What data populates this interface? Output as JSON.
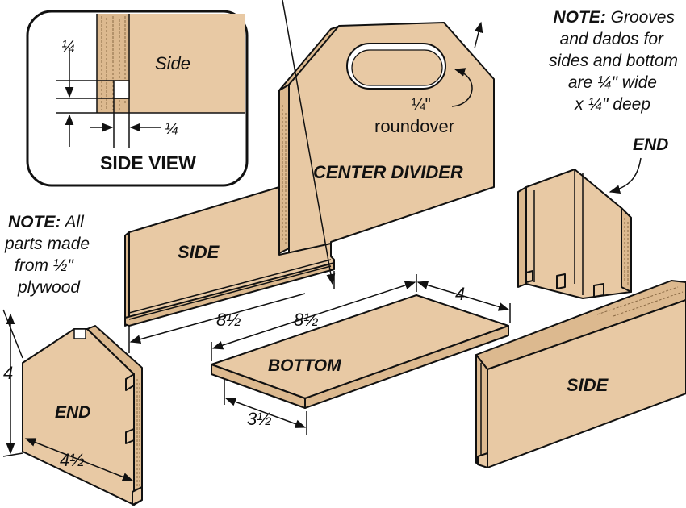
{
  "inset": {
    "title": "SIDE VIEW",
    "part_label": "Side",
    "dim_vertical": "¼",
    "dim_horizontal": "¼"
  },
  "notes": {
    "grooves": {
      "lead": "NOTE:",
      "line1": "Grooves",
      "line2": "and dados for",
      "line3": "sides and bottom",
      "line4": "are ¼\" wide",
      "line5": "x ¼\" deep"
    },
    "plywood": {
      "lead": "NOTE:",
      "line1": "All",
      "line2": "parts made",
      "line3": "from ½\"",
      "line4": "plywood"
    }
  },
  "callouts": {
    "roundover_dim": "¼\"",
    "roundover_text": "roundover"
  },
  "parts": {
    "center_divider": "CENTER DIVIDER",
    "side_left": "SIDE",
    "side_right": "SIDE",
    "end_left": "END",
    "end_right": "END",
    "bottom": "BOTTOM"
  },
  "dimensions": {
    "side_length": "8½",
    "bottom_length": "8½",
    "bottom_width_top": "4",
    "bottom_width_front": "3½",
    "end_height": "4",
    "end_width": "4½"
  }
}
